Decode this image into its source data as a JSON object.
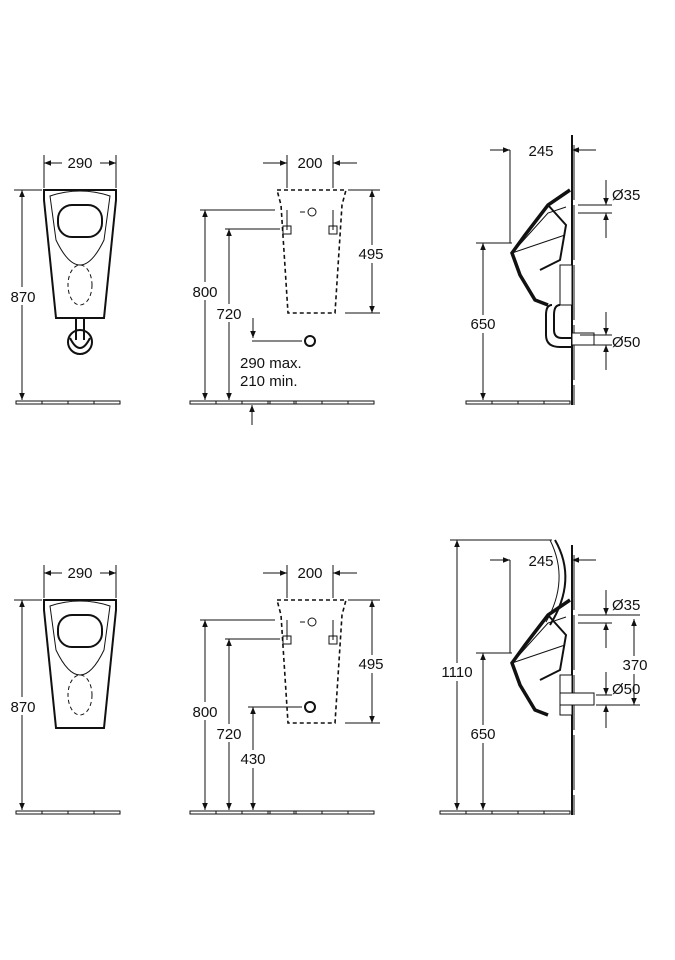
{
  "top": {
    "front": {
      "width": "290",
      "height": "870"
    },
    "rear": {
      "width": "200",
      "height": "495",
      "h1": "800",
      "h2": "720",
      "drain_max": "290 max.",
      "drain_min": "210 min."
    },
    "side": {
      "depth": "245",
      "inlet": "Ø35",
      "outlet": "Ø50",
      "height": "650"
    }
  },
  "bottom": {
    "front": {
      "width": "290",
      "height": "870"
    },
    "rear": {
      "width": "200",
      "height": "495",
      "h1": "800",
      "h2": "720",
      "h3": "430"
    },
    "side": {
      "depth": "245",
      "inlet": "Ø35",
      "outlet": "Ø50",
      "height": "650",
      "total": "1110",
      "spacing": "370"
    }
  }
}
